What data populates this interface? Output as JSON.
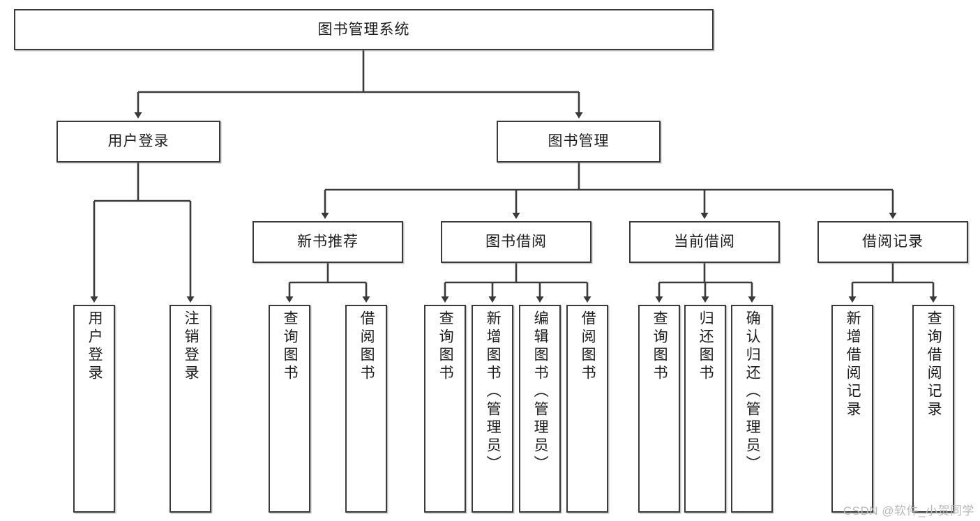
{
  "diagram": {
    "type": "tree",
    "title": "图书管理系统",
    "stroke_color": "#3a3a3a",
    "background_color": "#ffffff",
    "text_color": "#1d1d1d",
    "root": {
      "label": "图书管理系统"
    },
    "level2": [
      {
        "label": "用户登录"
      },
      {
        "label": "图书管理"
      }
    ],
    "level3": [
      {
        "label": "新书推荐"
      },
      {
        "label": "图书借阅"
      },
      {
        "label": "当前借阅"
      },
      {
        "label": "借阅记录"
      }
    ],
    "leaves": {
      "user_login": [
        {
          "label": "用户登录"
        },
        {
          "label": "注销登录"
        }
      ],
      "new_book_recommend": [
        {
          "label": "查询图书"
        },
        {
          "label": "借阅图书"
        }
      ],
      "book_borrow": [
        {
          "label": "查询图书"
        },
        {
          "label": "新增图书（管理员）"
        },
        {
          "label": "编辑图书（管理员）"
        },
        {
          "label": "借阅图书"
        }
      ],
      "current_borrow": [
        {
          "label": "查询图书"
        },
        {
          "label": "归还图书"
        },
        {
          "label": "确认归还（管理员）"
        }
      ],
      "borrow_records": [
        {
          "label": "新增借阅记录"
        },
        {
          "label": "查询借阅记录"
        }
      ]
    }
  },
  "watermark": {
    "text": "CSDN @软件_小贺同学"
  }
}
